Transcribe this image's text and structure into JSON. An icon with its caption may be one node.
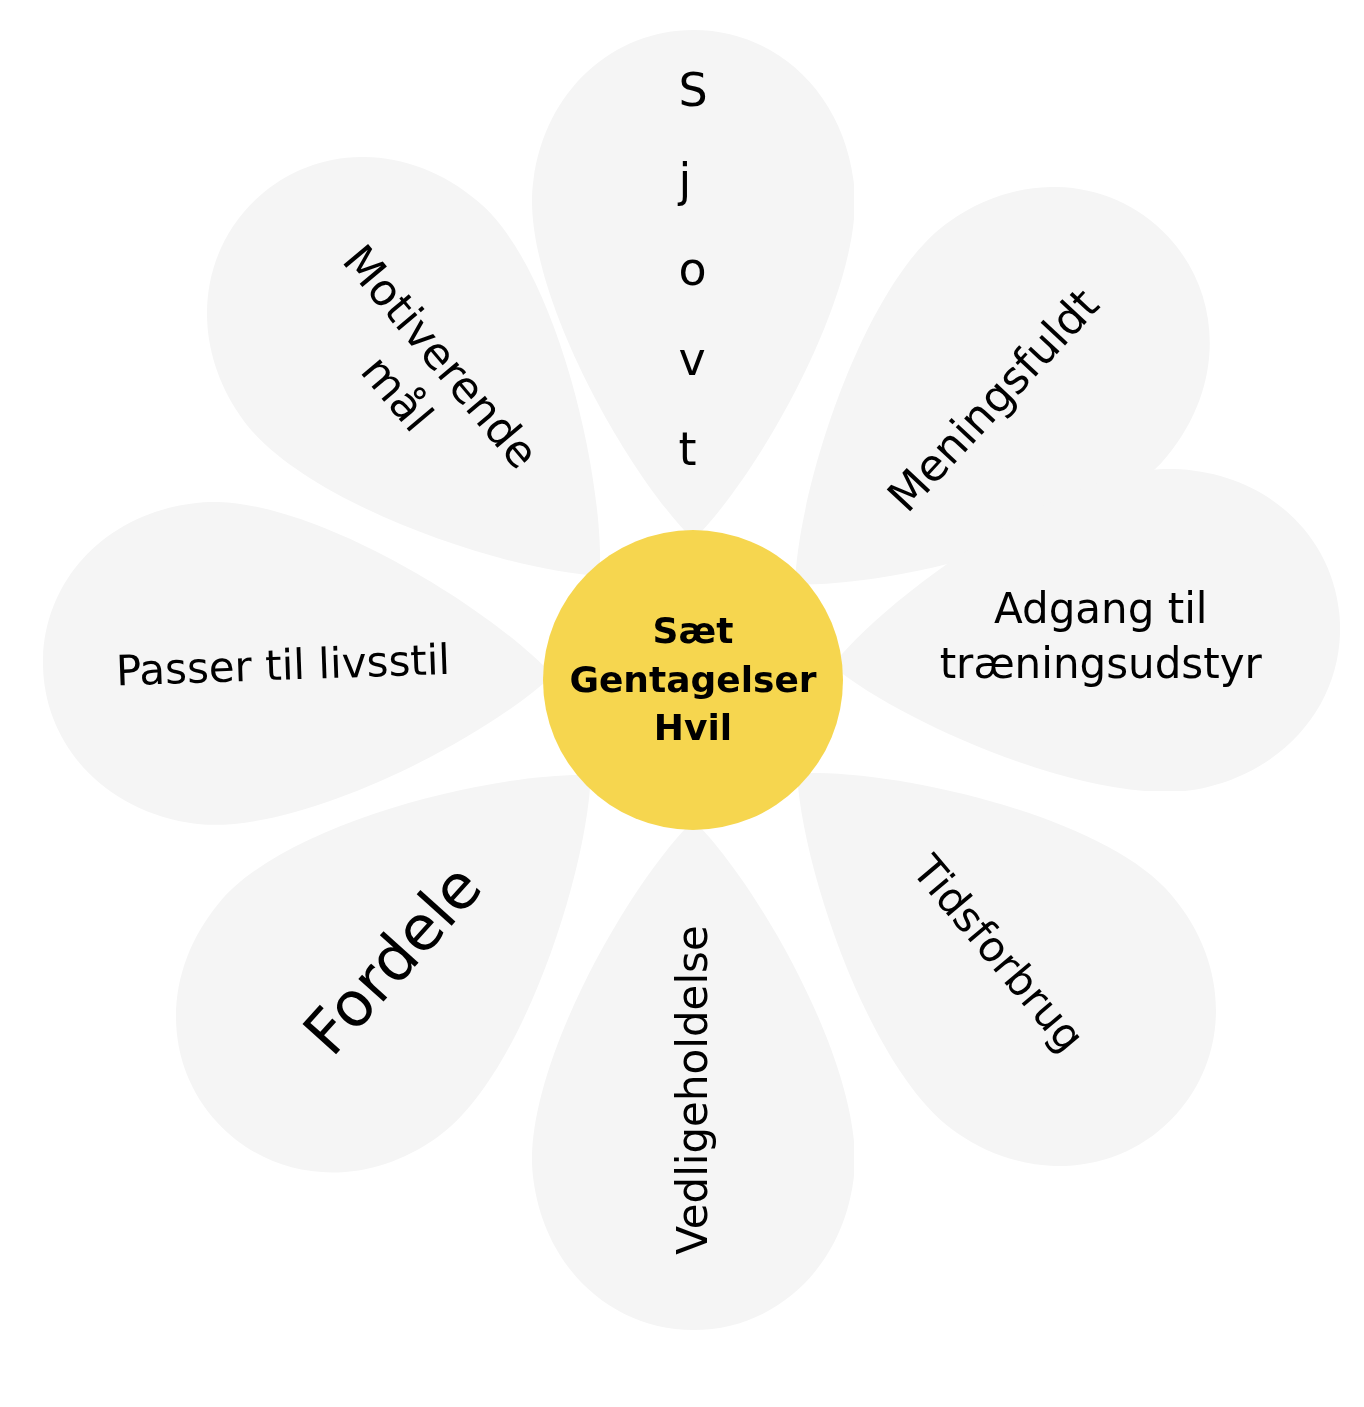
{
  "diagram": {
    "nodes": [
      {
        "text": [
          "Sjovt"
        ]
      },
      {
        "text": [
          "Motiverende mål"
        ]
      },
      {
        "text": [
          "Meningsfuldt"
        ]
      },
      {
        "text": [
          "Passer til livsstil"
        ]
      },
      {
        "text": [
          "Sæt Gentagelser Hvil"
        ]
      },
      {
        "text": [
          "Adgang til træningsudstyr"
        ]
      },
      {
        "text": [
          "Fordele"
        ]
      },
      {
        "text": [
          "Vedligeholdelse"
        ]
      },
      {
        "text": [
          "Tidsforbrug"
        ]
      }
    ]
  }
}
